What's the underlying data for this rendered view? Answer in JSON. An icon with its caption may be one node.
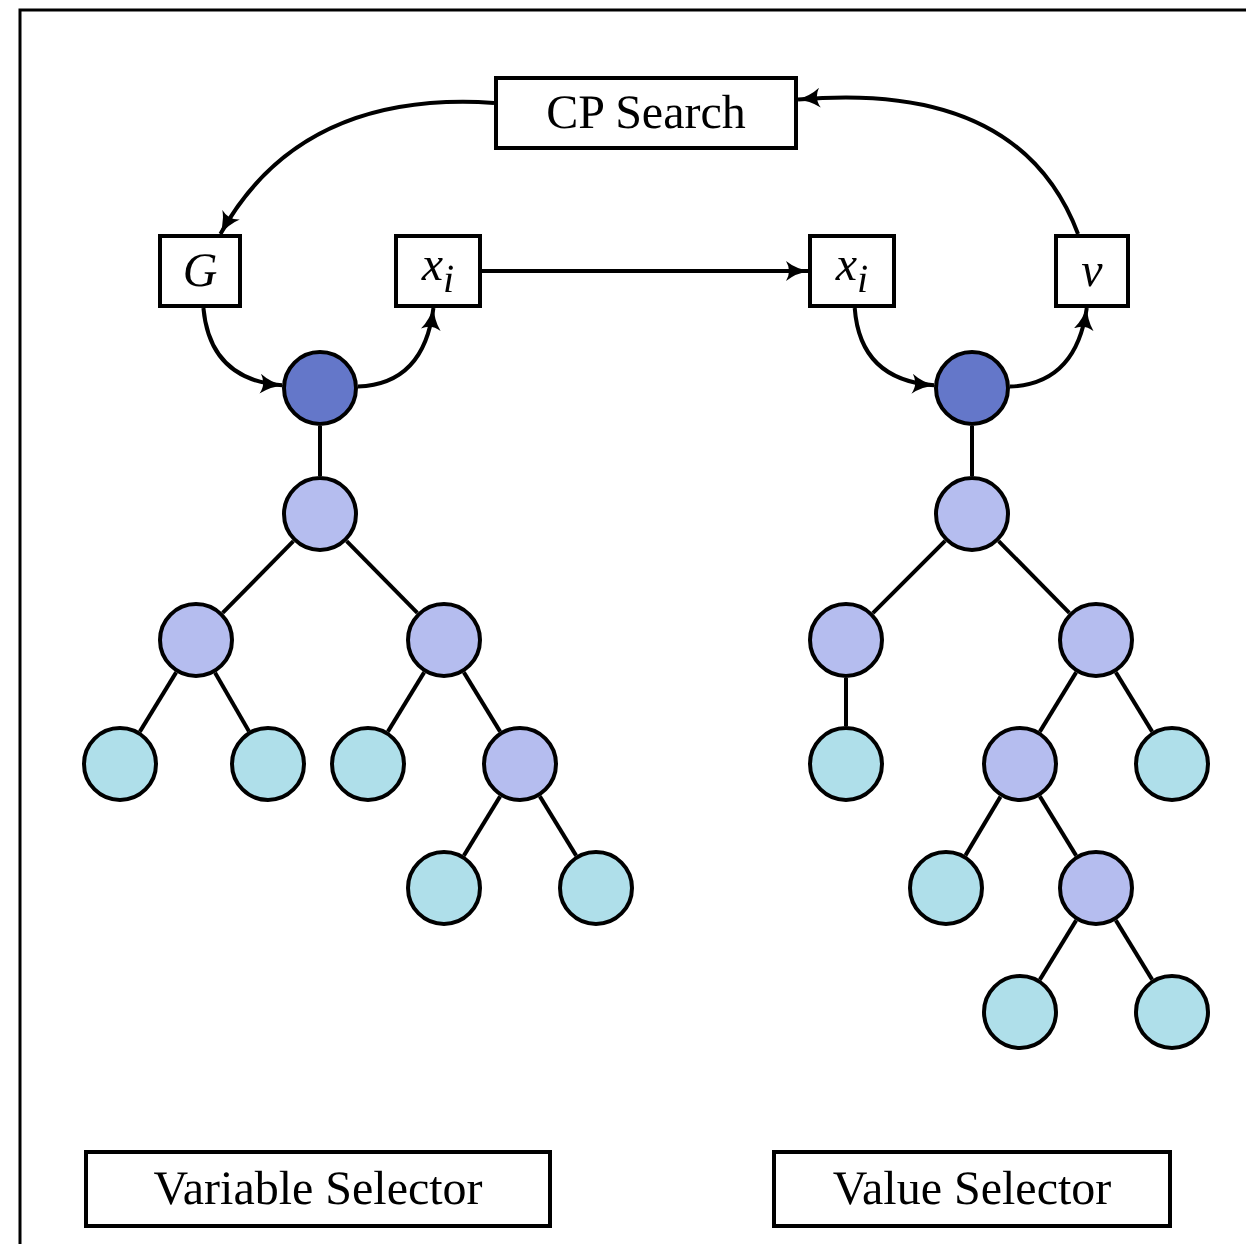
{
  "diagram": {
    "nodes": [
      {
        "text": [
          "CP Search"
        ]
      },
      {
        "text": [
          "G"
        ]
      },
      {
        "text": [
          "x$_{i}$"
        ]
      },
      {
        "text": [
          "x$_{i}$"
        ]
      },
      {
        "text": [
          "v"
        ]
      },
      {
        "text": [],
        "shape": "circle"
      },
      {
        "text": [],
        "shape": "circle"
      },
      {
        "text": [],
        "shape": "circle"
      },
      {
        "text": [],
        "shape": "circle"
      },
      {
        "text": [],
        "shape": "circle"
      },
      {
        "text": [],
        "shape": "circle"
      },
      {
        "text": [],
        "shape": "circle"
      },
      {
        "text": [],
        "shape": "circle"
      },
      {
        "text": [],
        "shape": "circle"
      },
      {
        "text": [],
        "shape": "circle"
      },
      {
        "text": [],
        "shape": "circle"
      },
      {
        "text": [],
        "shape": "circle"
      },
      {
        "text": [],
        "shape": "circle"
      },
      {
        "text": [],
        "shape": "circle"
      },
      {
        "text": [],
        "shape": "circle"
      },
      {
        "text": [],
        "shape": "circle"
      },
      {
        "text": [],
        "shape": "circle"
      },
      {
        "text": [],
        "shape": "circle"
      },
      {
        "text": [],
        "shape": "circle"
      },
      {
        "text": [],
        "shape": "circle"
      },
      {
        "text": [],
        "shape": "circle"
      },
      {
        "text": [
          "Variable Selector"
        ]
      },
      {
        "text": [
          "Value Selector"
        ]
      }
    ],
    "edges": [
      {
        "from": 0,
        "to": 1,
        "arrow": "to"
      },
      {
        "from": 4,
        "to": 0,
        "arrow": "to"
      },
      {
        "from": 1,
        "to": 5,
        "arrow": "to"
      },
      {
        "from": 5,
        "to": 2,
        "arrow": "to"
      },
      {
        "from": 2,
        "to": 3,
        "arrow": "to"
      },
      {
        "from": 3,
        "to": 15,
        "arrow": "to"
      },
      {
        "from": 15,
        "to": 4,
        "arrow": "to"
      },
      {
        "from": 5,
        "to": 6,
        "arrow": "none"
      },
      {
        "from": 6,
        "to": 7,
        "arrow": "none"
      },
      {
        "from": 6,
        "to": 8,
        "arrow": "none"
      },
      {
        "from": 7,
        "to": 9,
        "arrow": "none"
      },
      {
        "from": 7,
        "to": 10,
        "arrow": "none"
      },
      {
        "from": 8,
        "to": 11,
        "arrow": "none"
      },
      {
        "from": 8,
        "to": 12,
        "arrow": "none"
      },
      {
        "from": 12,
        "to": 13,
        "arrow": "none"
      },
      {
        "from": 12,
        "to": 14,
        "arrow": "none"
      },
      {
        "from": 15,
        "to": 16,
        "arrow": "none"
      },
      {
        "from": 16,
        "to": 17,
        "arrow": "none"
      },
      {
        "from": 16,
        "to": 18,
        "arrow": "none"
      },
      {
        "from": 17,
        "to": 19,
        "arrow": "none"
      },
      {
        "from": 18,
        "to": 20,
        "arrow": "none"
      },
      {
        "from": 18,
        "to": 21,
        "arrow": "none"
      },
      {
        "from": 20,
        "to": 22,
        "arrow": "none"
      },
      {
        "from": 20,
        "to": 23,
        "arrow": "none"
      },
      {
        "from": 23,
        "to": 24,
        "arrow": "none"
      },
      {
        "from": 23,
        "to": 25,
        "arrow": "none"
      }
    ]
  }
}
